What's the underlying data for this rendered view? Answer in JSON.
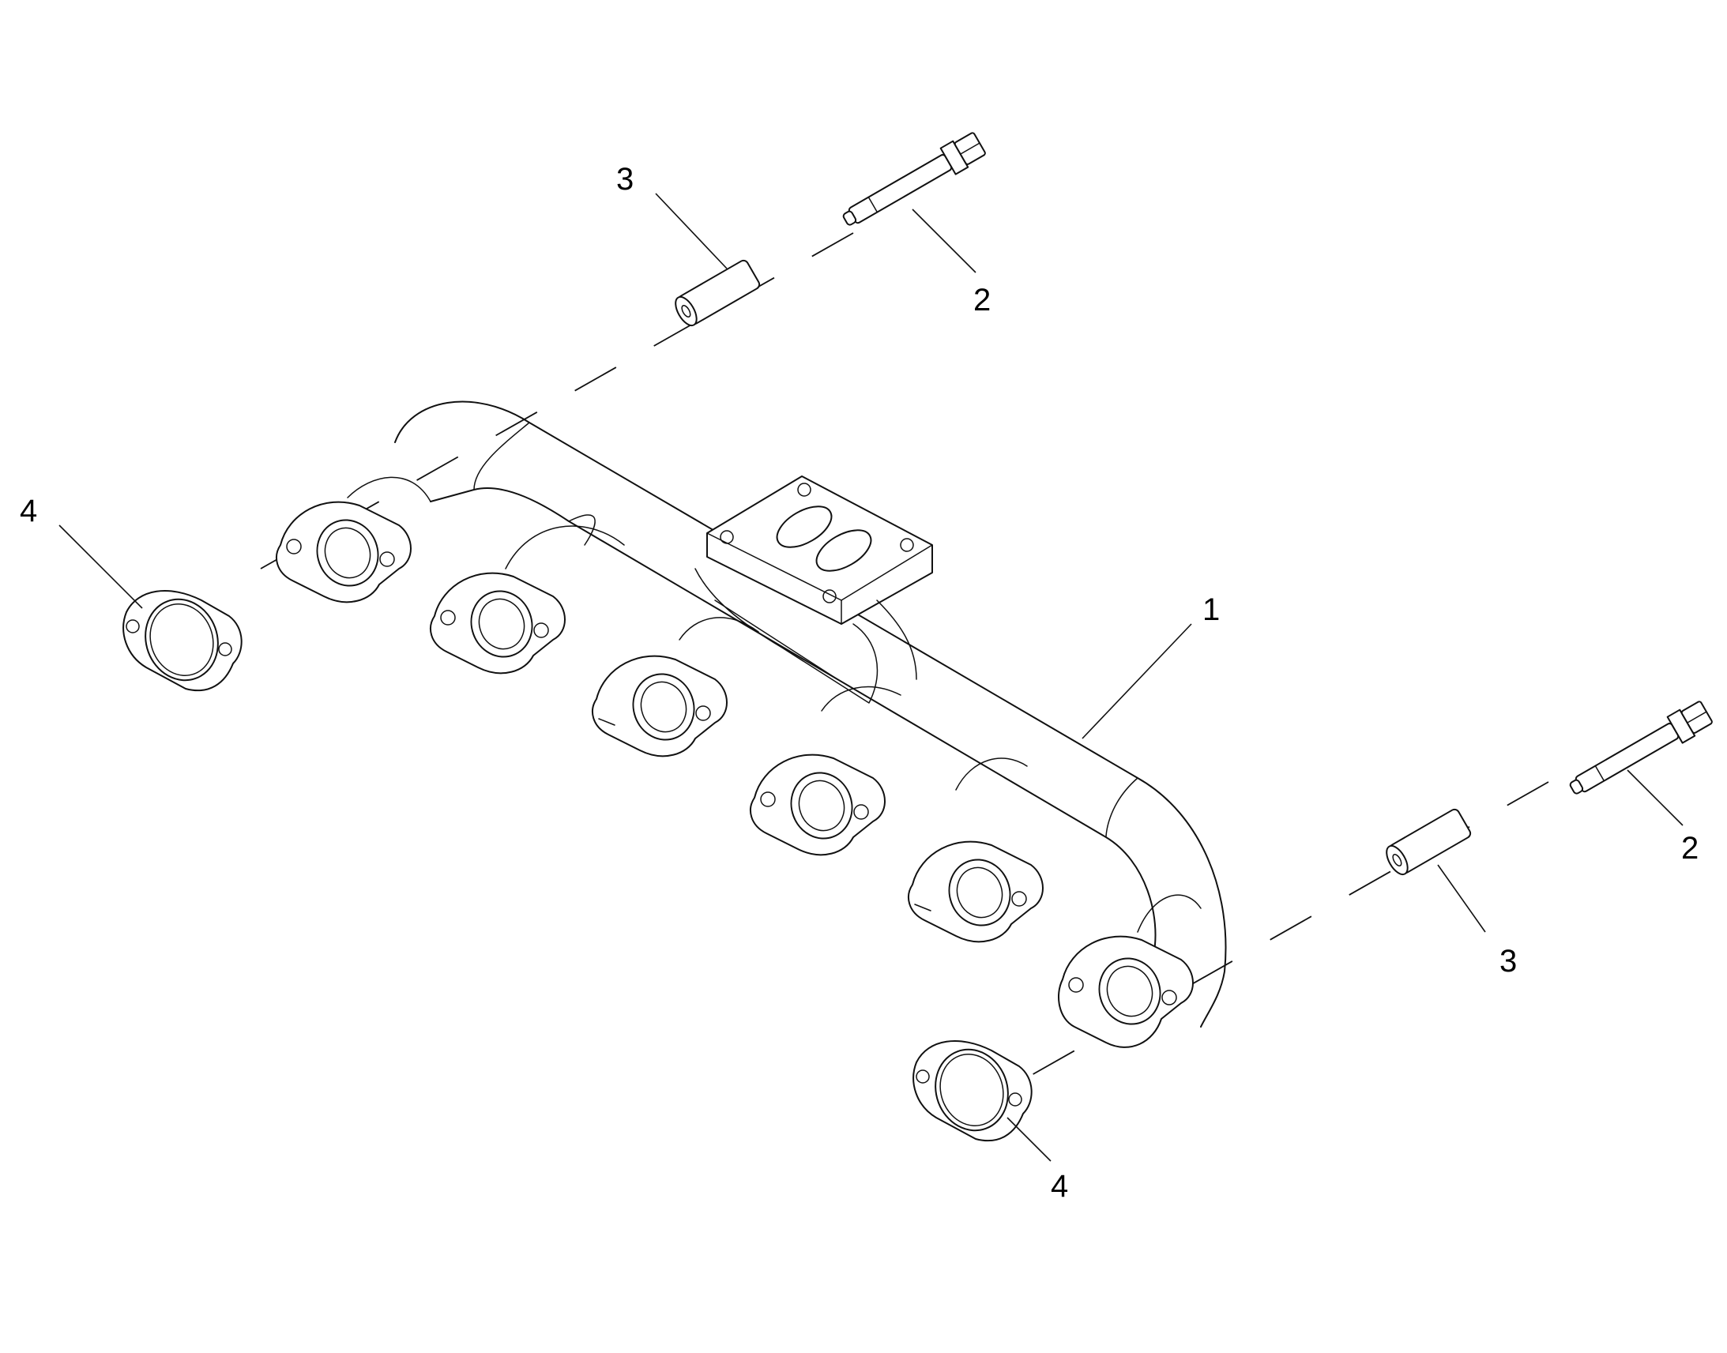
{
  "diagram": {
    "callouts": [
      {
        "id": "c1",
        "text": "1"
      },
      {
        "id": "c2a",
        "text": "2"
      },
      {
        "id": "c2b",
        "text": "2"
      },
      {
        "id": "c3a",
        "text": "3"
      },
      {
        "id": "c3b",
        "text": "3"
      },
      {
        "id": "c4a",
        "text": "4"
      },
      {
        "id": "c4b",
        "text": "4"
      }
    ]
  }
}
